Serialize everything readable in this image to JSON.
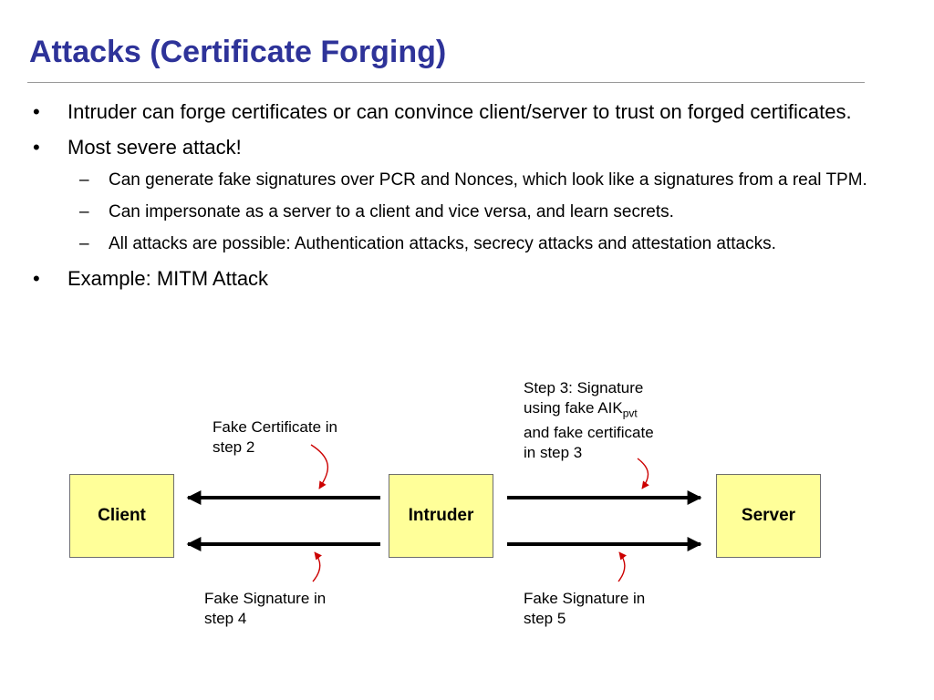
{
  "slide": {
    "title": "Attacks (Certificate Forging)",
    "bullets": [
      {
        "level": 1,
        "marker": "•",
        "text": "Intruder can forge certificates or can convince client/server to trust on forged certificates."
      },
      {
        "level": 1,
        "marker": "•",
        "text": "Most severe attack!"
      },
      {
        "level": 2,
        "marker": "–",
        "text": "Can generate fake signatures over PCR and Nonces, which look like a signatures from a real TPM."
      },
      {
        "level": 2,
        "marker": "–",
        "text": "Can impersonate as a server to a client and vice versa, and learn secrets."
      },
      {
        "level": 2,
        "marker": "–",
        "text": "All attacks are possible: Authentication attacks, secrecy attacks and attestation attacks."
      },
      {
        "level": 1,
        "marker": "•",
        "text": "Example: MITM Attack"
      }
    ]
  },
  "diagram": {
    "nodes": {
      "client": "Client",
      "intruder": "Intruder",
      "server": "Server"
    },
    "labels": {
      "step2": [
        "Fake Certificate in",
        "step 2"
      ],
      "step3_line1": "Step 3: Signature",
      "step3_line2_prefix": "using fake AIK",
      "step3_line2_sub": "pvt",
      "step3_line3": "and fake certificate",
      "step3_line4": "in step 3",
      "step4": [
        "Fake Signature in",
        "step 4"
      ],
      "step5": [
        "Fake Signature in",
        "step 5"
      ]
    },
    "colors": {
      "node_fill": "#ffff99",
      "title": "#2e3399",
      "pointer": "#cc0000",
      "arrow": "#000000"
    }
  }
}
